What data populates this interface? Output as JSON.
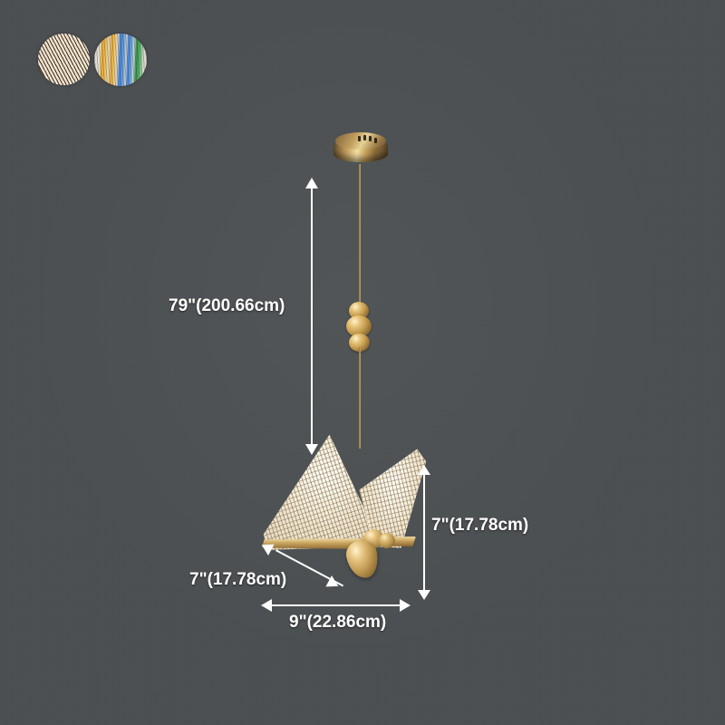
{
  "background": {
    "color": "#4a4e50"
  },
  "swatches": {
    "items": [
      {
        "name": "white-web-finish",
        "label": "",
        "colors": [
          "#cbb79b",
          "#f3e9d6",
          "#3c2819"
        ]
      },
      {
        "name": "multicolor-stripe-finish",
        "label": "",
        "colors": [
          "#e8a62a",
          "#3f7fd4",
          "#2f8a46",
          "#e8e4dc"
        ]
      }
    ]
  },
  "product": {
    "name": "butterfly-pendant-light",
    "canopy": {
      "name": "ceiling-canopy",
      "finish_color": "#c3a160",
      "vent_count": 4
    },
    "cord": {
      "name": "suspension-cord",
      "color": "#c6a263"
    },
    "beads": {
      "name": "decorative-bead-cluster",
      "count": 3,
      "color": "#e8c77e"
    },
    "shade": {
      "name": "butterfly-shade",
      "wings": [
        "left-wing",
        "right-wing"
      ],
      "body": "gold-body",
      "mesh_color": "#f7eedb",
      "trim_color": "#c7a35c"
    }
  },
  "dimensions": {
    "height": {
      "label": "79\"(200.66cm)",
      "inches": 79,
      "cm": 200.66,
      "axis": "vertical",
      "description": "overall drop height"
    },
    "shade_height": {
      "label": "7\"(17.78cm)",
      "inches": 7,
      "cm": 17.78,
      "axis": "vertical",
      "description": "butterfly shade height"
    },
    "depth": {
      "label": "7\"(17.78cm)",
      "inches": 7,
      "cm": 17.78,
      "axis": "diagonal",
      "description": "butterfly shade depth"
    },
    "width": {
      "label": "9\"(22.86cm)",
      "inches": 9,
      "cm": 22.86,
      "axis": "horizontal",
      "description": "butterfly shade width"
    }
  },
  "annotation_style": {
    "line_color": "#ffffff",
    "text_color": "#ffffff"
  }
}
